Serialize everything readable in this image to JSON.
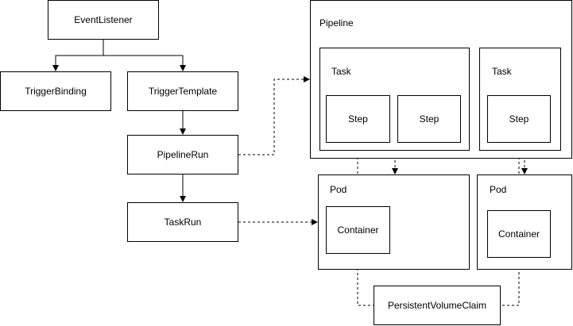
{
  "nodes": {
    "event_listener": "EventListener",
    "trigger_binding": "TriggerBinding",
    "trigger_template": "TriggerTemplate",
    "pipeline_run": "PipelineRun",
    "task_run": "TaskRun",
    "pipeline": "Pipeline",
    "task_1": "Task",
    "task_2": "Task",
    "step_1": "Step",
    "step_2": "Step",
    "step_3": "Step",
    "pod_1": "Pod",
    "pod_2": "Pod",
    "container_1": "Container",
    "container_2": "Container",
    "pvc": "PersistentVolumeClaim"
  },
  "edges": [
    {
      "from": "EventListener",
      "to": "TriggerBinding",
      "style": "solid"
    },
    {
      "from": "EventListener",
      "to": "TriggerTemplate",
      "style": "solid"
    },
    {
      "from": "TriggerTemplate",
      "to": "PipelineRun",
      "style": "solid"
    },
    {
      "from": "PipelineRun",
      "to": "TaskRun",
      "style": "solid"
    },
    {
      "from": "PipelineRun",
      "to": "Pipeline",
      "style": "dashed"
    },
    {
      "from": "TaskRun",
      "to": "Pod",
      "style": "dashed"
    },
    {
      "from": "Step",
      "to": "Container",
      "style": "dashed"
    },
    {
      "from": "Task",
      "to": "Pod",
      "style": "dashed"
    },
    {
      "from": "Step",
      "to": "Container",
      "style": "dashed"
    },
    {
      "from": "Task",
      "to": "Pod",
      "style": "dashed"
    },
    {
      "from": "Container",
      "to": "PersistentVolumeClaim",
      "style": "dashed"
    },
    {
      "from": "Container",
      "to": "PersistentVolumeClaim",
      "style": "dashed"
    }
  ],
  "colors": {
    "stroke": "#000000",
    "fill": "#ffffff"
  }
}
